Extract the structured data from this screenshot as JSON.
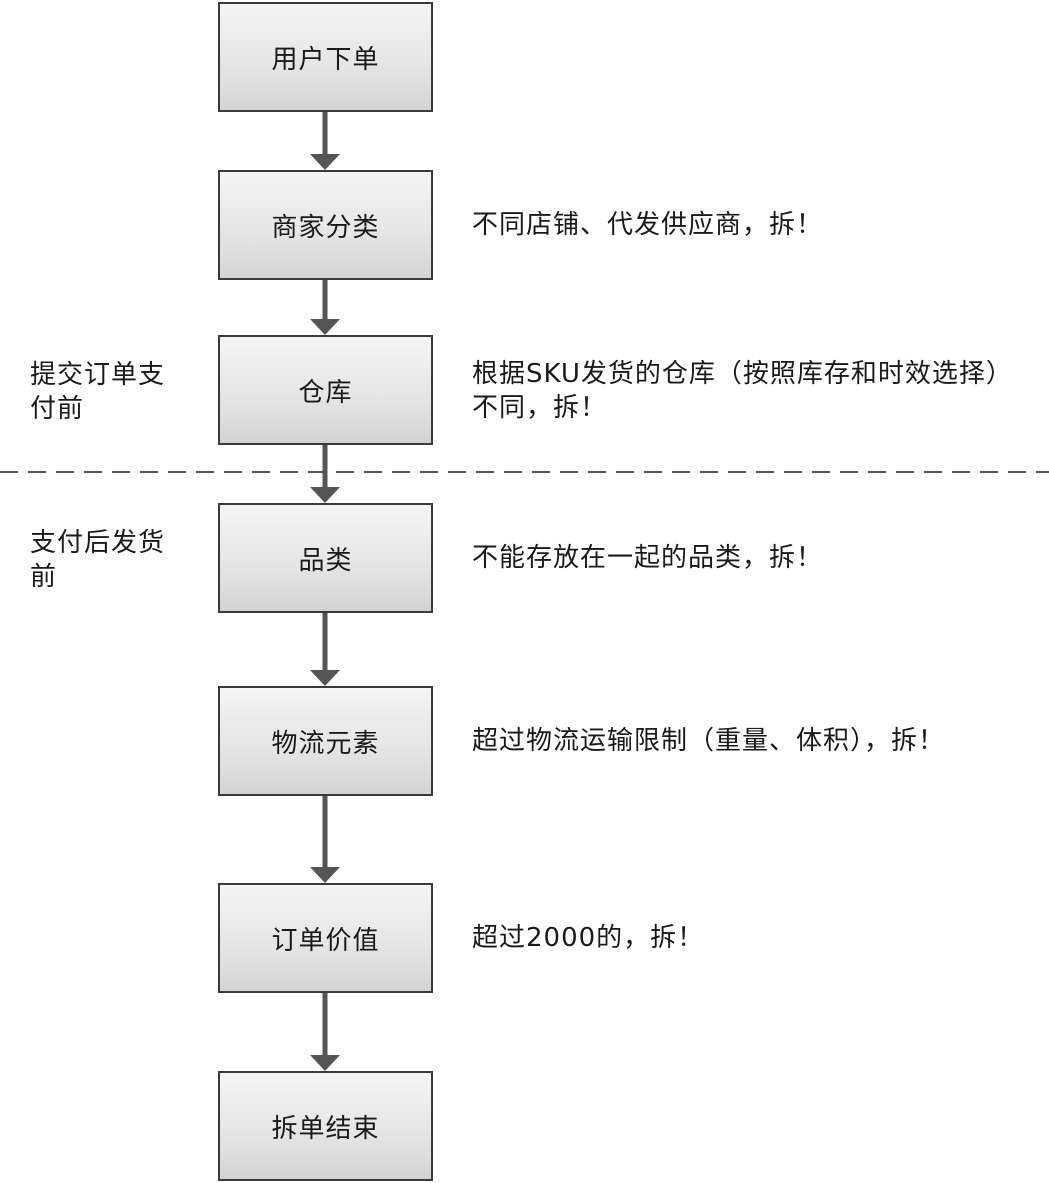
{
  "steps": [
    {
      "label": "用户下单",
      "note": ""
    },
    {
      "label": "商家分类",
      "note": "不同店铺、代发供应商，拆！"
    },
    {
      "label": "仓库",
      "note": "根据SKU发货的仓库（按照库存和时效选择）不同，拆！"
    },
    {
      "label": "品类",
      "note": "不能存放在一起的品类，拆！"
    },
    {
      "label": "物流元素",
      "note": "超过物流运输限制（重量、体积），拆！"
    },
    {
      "label": "订单价值",
      "note": "超过2000的，拆！"
    },
    {
      "label": "拆单结束",
      "note": ""
    }
  ],
  "phases": {
    "before_payment": "提交订单支付前",
    "after_payment": "支付后发货前"
  },
  "colors": {
    "box_border": "#3a3a3a",
    "arrow": "#555555",
    "divider": "#555555"
  }
}
